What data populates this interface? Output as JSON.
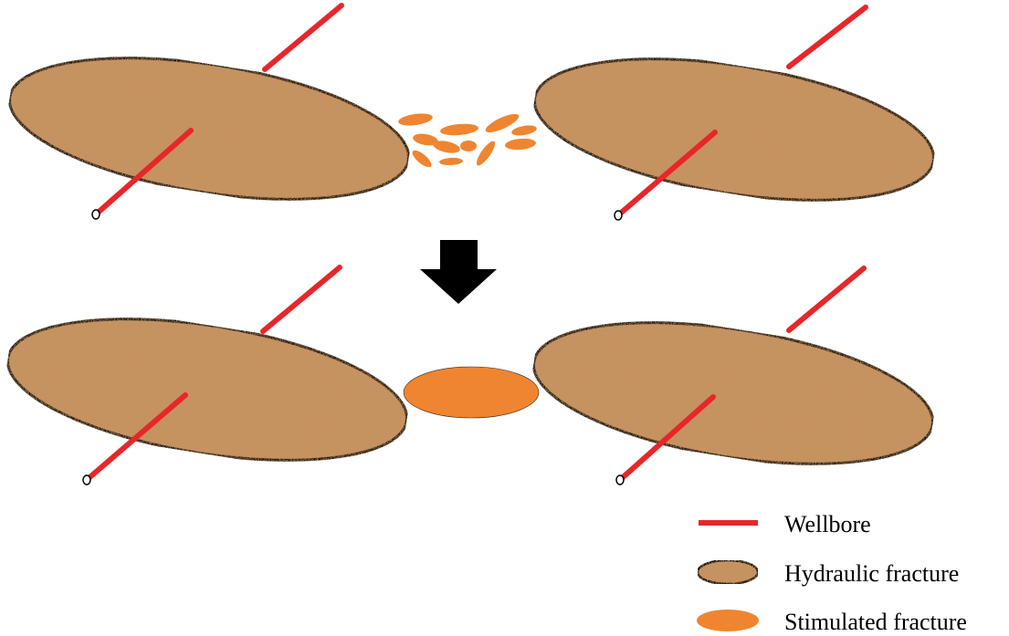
{
  "colors": {
    "wellbore": "#e8262a",
    "hydraulic_fracture_fill": "#c8925e",
    "stimulated_fracture": "#ef8530",
    "outline": "#000000",
    "arrow": "#000000"
  },
  "legend": {
    "wellbore_label": "Wellbore",
    "hydraulic_fracture_label": "Hydraulic fracture",
    "stimulated_fracture_label": "Stimulated fracture"
  },
  "icons": {
    "transition_arrow": "down-arrow-icon"
  }
}
